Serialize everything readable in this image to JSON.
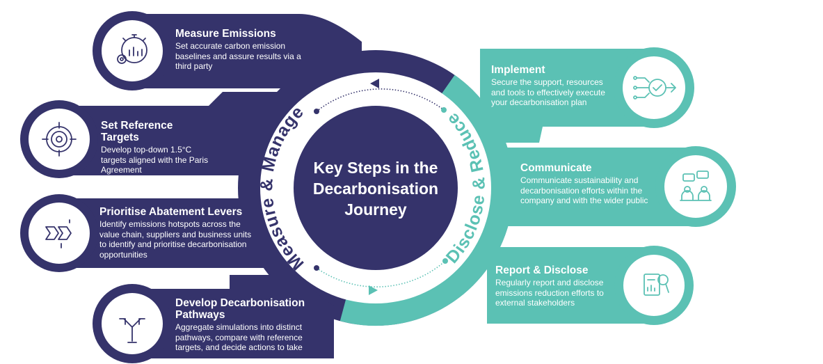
{
  "colors": {
    "navy": "#35336b",
    "teal": "#5bc1b4",
    "white": "#ffffff"
  },
  "center": {
    "title_line1": "Key Steps in the",
    "title_line2": "Decarbonisation",
    "title_line3": "Journey"
  },
  "ring": {
    "left_label": "Measure & Manage",
    "right_label": "Disclose & Reduce"
  },
  "steps_left": [
    {
      "title": "Measure Emissions",
      "body": "Set accurate carbon emission baselines and assure results via a third party",
      "icon": "stopwatch-chart-gear-icon"
    },
    {
      "title": "Set Reference Targets",
      "body": "Develop top-down 1.5°C targets aligned with the Paris Agreement",
      "icon": "target-crosshair-icon"
    },
    {
      "title": "Prioritise Abatement Levers",
      "body": "Identify emissions hotspots across the value chain, suppliers and business units to identify and prioritise decarbonisation opportunities",
      "icon": "process-chevrons-icon"
    },
    {
      "title": "Develop Decarbonisation Pathways",
      "body": "Aggregate simulations into distinct pathways, compare with reference targets, and decide actions to take",
      "icon": "split-arrows-icon"
    }
  ],
  "steps_right": [
    {
      "title": "Implement",
      "body": "Secure the support, resources and tools to effectively execute your decarbonisation plan",
      "icon": "network-check-icon"
    },
    {
      "title": "Communicate",
      "body": "Communicate sustainability and decarbonisation efforts within the company and with the wider public",
      "icon": "people-chat-icon"
    },
    {
      "title": "Report & Disclose",
      "body": "Regularly report and disclose emissions reduction efforts to external stakeholders",
      "icon": "report-magnifier-icon"
    }
  ]
}
